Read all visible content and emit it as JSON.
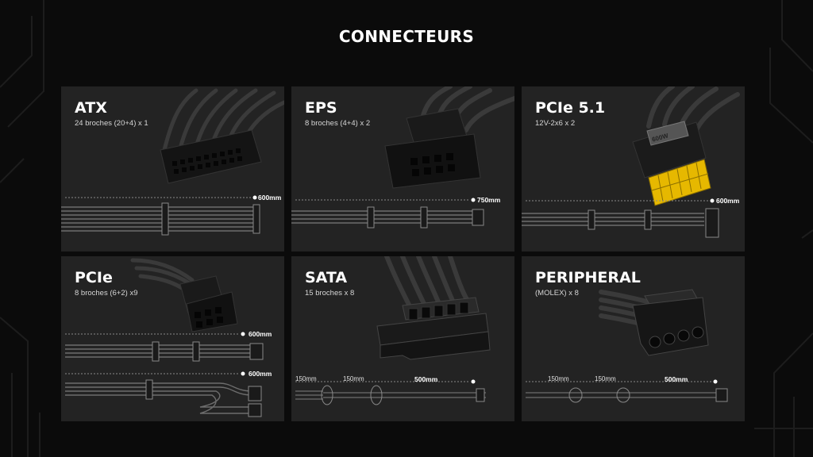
{
  "page": {
    "title": "CONNECTEURS"
  },
  "cards": [
    {
      "title": "ATX",
      "subtitle": "24 broches (20+4) x 1",
      "lengths": [
        "600mm"
      ]
    },
    {
      "title": "EPS",
      "subtitle": "8 broches (4+4) x 2",
      "lengths": [
        "750mm"
      ]
    },
    {
      "title": "PCIe 5.1",
      "subtitle": "12V-2x6 x 2",
      "lengths": [
        "600mm"
      ],
      "connector_marking": "600W"
    },
    {
      "title": "PCIe",
      "subtitle": "8 broches (6+2) x9",
      "lengths": [
        "600mm",
        "600mm"
      ]
    },
    {
      "title": "SATA",
      "subtitle": "15 broches x 8",
      "lengths": [
        "150mm",
        "150mm",
        "500mm"
      ]
    },
    {
      "title": "PERIPHERAL",
      "subtitle": "(MOLEX) x 8",
      "lengths": [
        "150mm",
        "150mm",
        "500mm"
      ]
    }
  ],
  "colors": {
    "background": "#0b0b0b",
    "card": "#232323",
    "pcie51_pins": "#e6b800"
  }
}
